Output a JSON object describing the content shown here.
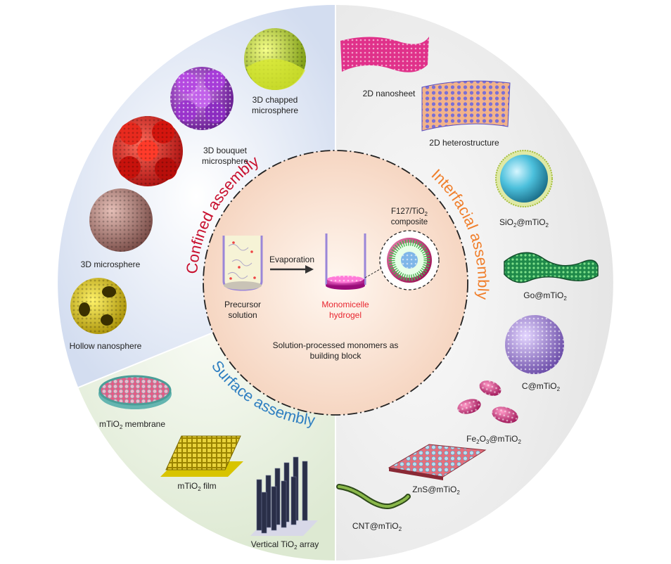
{
  "center": {
    "precursor_line1": "Precursor",
    "precursor_line2": "solution",
    "evaporation": "Evaporation",
    "monomicelle_line1": "Monomicelle",
    "monomicelle_line2": "hydrogel",
    "f127_line1_main": "F127/TiO",
    "f127_line1_sub": "2",
    "f127_line2": "composite",
    "footer_line1": "Solution-processed monomers as",
    "footer_line2": "building block"
  },
  "sections": {
    "confined": "Confined assembly",
    "interfacial": "Interfacial assembly",
    "surface": "Surface assembly"
  },
  "items": {
    "chapped_1": "3D chapped",
    "chapped_2": "microsphere",
    "bouquet_1": "3D bouquet",
    "bouquet_2": "microsphere",
    "microsphere": "3D microsphere",
    "hollow": "Hollow nanosphere",
    "nanosheet": "2D nanosheet",
    "heterostructure": "2D heterostructure",
    "sio2_a": "SiO",
    "sio2_b": "2",
    "sio2_c": "@mTiO",
    "sio2_d": "2",
    "go_a": "Go@mTiO",
    "go_b": "2",
    "c_a": "C@mTiO",
    "c_b": "2",
    "fe_a": "Fe",
    "fe_b": "2",
    "fe_c": "O",
    "fe_d": "3",
    "fe_e": "@mTiO",
    "fe_f": "2",
    "zns_a": "ZnS@mTiO",
    "zns_b": "2",
    "cnt_a": "CNT@mTiO",
    "cnt_b": "2",
    "membrane_a": "mTiO",
    "membrane_b": "2",
    "membrane_c": " membrane",
    "film_a": "mTiO",
    "film_b": "2",
    "film_c": " film",
    "array_a": "Vertical TiO",
    "array_b": "2",
    "array_c": " array"
  },
  "colors": {
    "confined_text": "#c8102e",
    "interfacial_text": "#f07f2c",
    "surface_text": "#2f7fc1",
    "monomicelle_text": "#e8252f",
    "confined_bg": "#d8e2f2",
    "interfacial_bg": "#e6e6e6",
    "surface_bg": "#e2edd8",
    "center_bg": "#f6dccc"
  }
}
